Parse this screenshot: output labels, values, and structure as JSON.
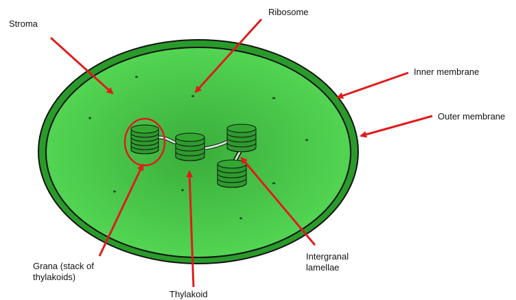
{
  "labels": {
    "stroma": "Stroma",
    "ribosome": "Ribosome",
    "inner_membrane": "Inner membrane",
    "outer_membrane": "Outer membrane",
    "grana": "Grana (stack of\nthylakoids)",
    "thylakoid": "Thylakoid",
    "intergranal": "Intergranal\nlamellae"
  },
  "colors": {
    "outer_membrane": "#2a9a2a",
    "inner_membrane": "#1f7f1f",
    "stroma_center": "#3fb83f",
    "stroma_edge": "#52d452",
    "grana_fill": "#2e9a2e",
    "grana_top": "#32a832",
    "arrow": "#e01b1b",
    "outline": "#111111",
    "ribosome_dot": "#1a4d1a"
  },
  "icons": {
    "arrow_head": "arrowhead-icon"
  }
}
